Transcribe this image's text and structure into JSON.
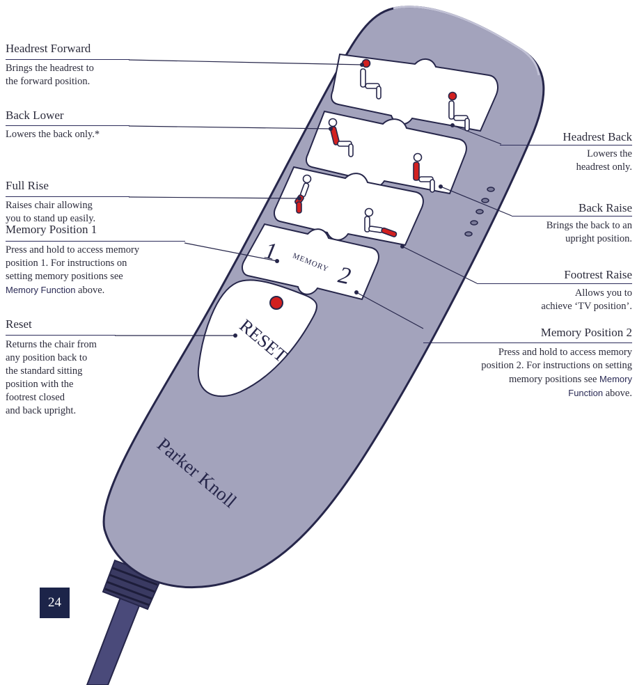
{
  "labels": {
    "headrest_forward": {
      "title": "Headrest Forward",
      "desc_1": "Brings the headrest to",
      "desc_2": "the forward position."
    },
    "back_lower": {
      "title": "Back Lower",
      "desc_1": "Lowers the back only.*"
    },
    "full_rise": {
      "title": "Full Rise",
      "desc_1": "Raises chair allowing",
      "desc_2": "you to stand up easily."
    },
    "memory_1": {
      "title": "Memory Position 1",
      "desc_1": "Press and hold to access memory",
      "desc_2": "position 1. For instructions on",
      "desc_3": "setting memory positions see",
      "link": "Memory Function",
      "desc_after_link": " above."
    },
    "reset": {
      "title": "Reset",
      "desc_1": "Returns the chair from",
      "desc_2": "any position back to",
      "desc_3": "the standard sitting",
      "desc_4": "position with the",
      "desc_5": "footrest closed",
      "desc_6": "and back upright."
    },
    "headrest_back": {
      "title": "Headrest Back",
      "desc_1": "Lowers the",
      "desc_2": "headrest only."
    },
    "back_raise": {
      "title": "Back Raise",
      "desc_1": "Brings the back to an",
      "desc_2": "upright position."
    },
    "footrest_raise": {
      "title": "Footrest Raise",
      "desc_1": "Allows you to",
      "desc_2": "achieve ‘TV position’."
    },
    "memory_2": {
      "title": "Memory Position 2",
      "desc_1": "Press and hold to access memory",
      "desc_2": "position 2. For instructions on setting",
      "desc_3": "memory positions see",
      "link_1": "Memory",
      "link_2": "Function",
      "desc_after_link": " above."
    }
  },
  "remote": {
    "memory_1_label": "1",
    "memory_2_label": "2",
    "memory_word": "MEMORY",
    "reset_label": "RESET",
    "brand": "Parker Knoll"
  },
  "page_number": "24",
  "colors": {
    "body": "#a3a3bc",
    "outline": "#26264a",
    "accent_red": "#d22020",
    "cord": "#4a4a7a"
  }
}
